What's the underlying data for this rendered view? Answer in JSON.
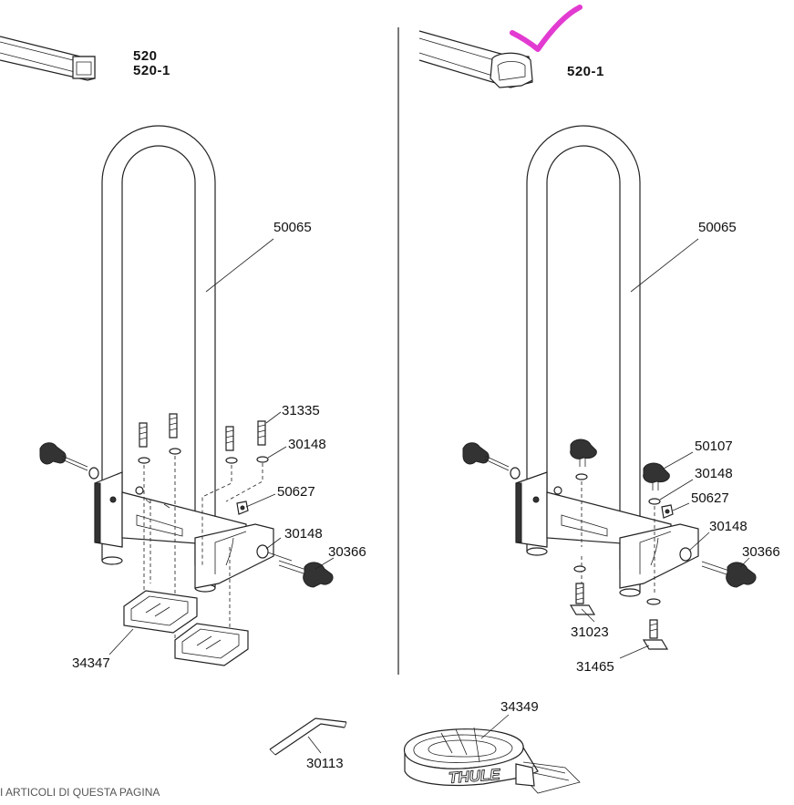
{
  "header": {
    "left_models": [
      "520",
      "520-1"
    ],
    "right_models": [
      "520-1"
    ]
  },
  "parts": {
    "frame_left": "50065",
    "frame_right": "50065",
    "screw_left": "31335",
    "washer_left_top": "30148",
    "nut_left": "50627",
    "washer_left_side": "30148",
    "knob_left": "30366",
    "foot_pad": "34347",
    "knob_top_right": "50107",
    "washer_right_top": "30148",
    "nut_right": "50627",
    "washer_right_side": "30148",
    "knob_right": "30366",
    "tbolt_left": "31023",
    "tbolt_right": "31465",
    "allen_key": "30113",
    "strap": "34349"
  },
  "strap_logo_text": "THULE",
  "footer_text": "I ARTICOLI DI QUESTA PAGINA",
  "colors": {
    "checkmark": "#e23bd1",
    "line": "#222222"
  }
}
